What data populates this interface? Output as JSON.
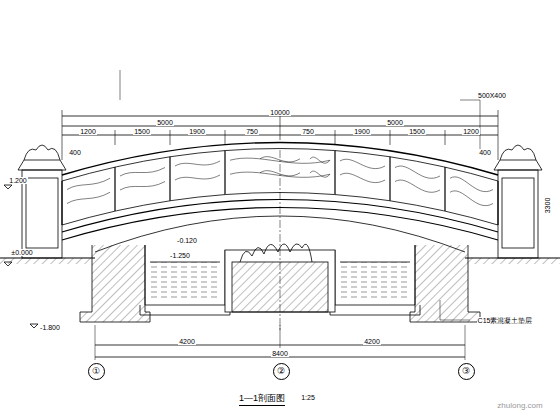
{
  "diagram": {
    "title": "1—1剖面图",
    "nodes": [
      {
        "text": [
          "①"
        ]
      },
      {
        "text": [
          "②"
        ]
      },
      {
        "text": [
          "③"
        ]
      }
    ],
    "labels": [
      "10000",
      "5000",
      "5000",
      "1200",
      "1500",
      "1900",
      "750",
      "750",
      "1900",
      "1500",
      "1200",
      "400",
      "400",
      "1.200",
      "±0.000",
      "-1.800",
      "-0.120",
      "-1.250",
      "4200",
      "4200",
      "8400",
      "1:25",
      "3300",
      "500X400",
      "C15素混凝土垫层",
      "zhulong.com"
    ]
  }
}
